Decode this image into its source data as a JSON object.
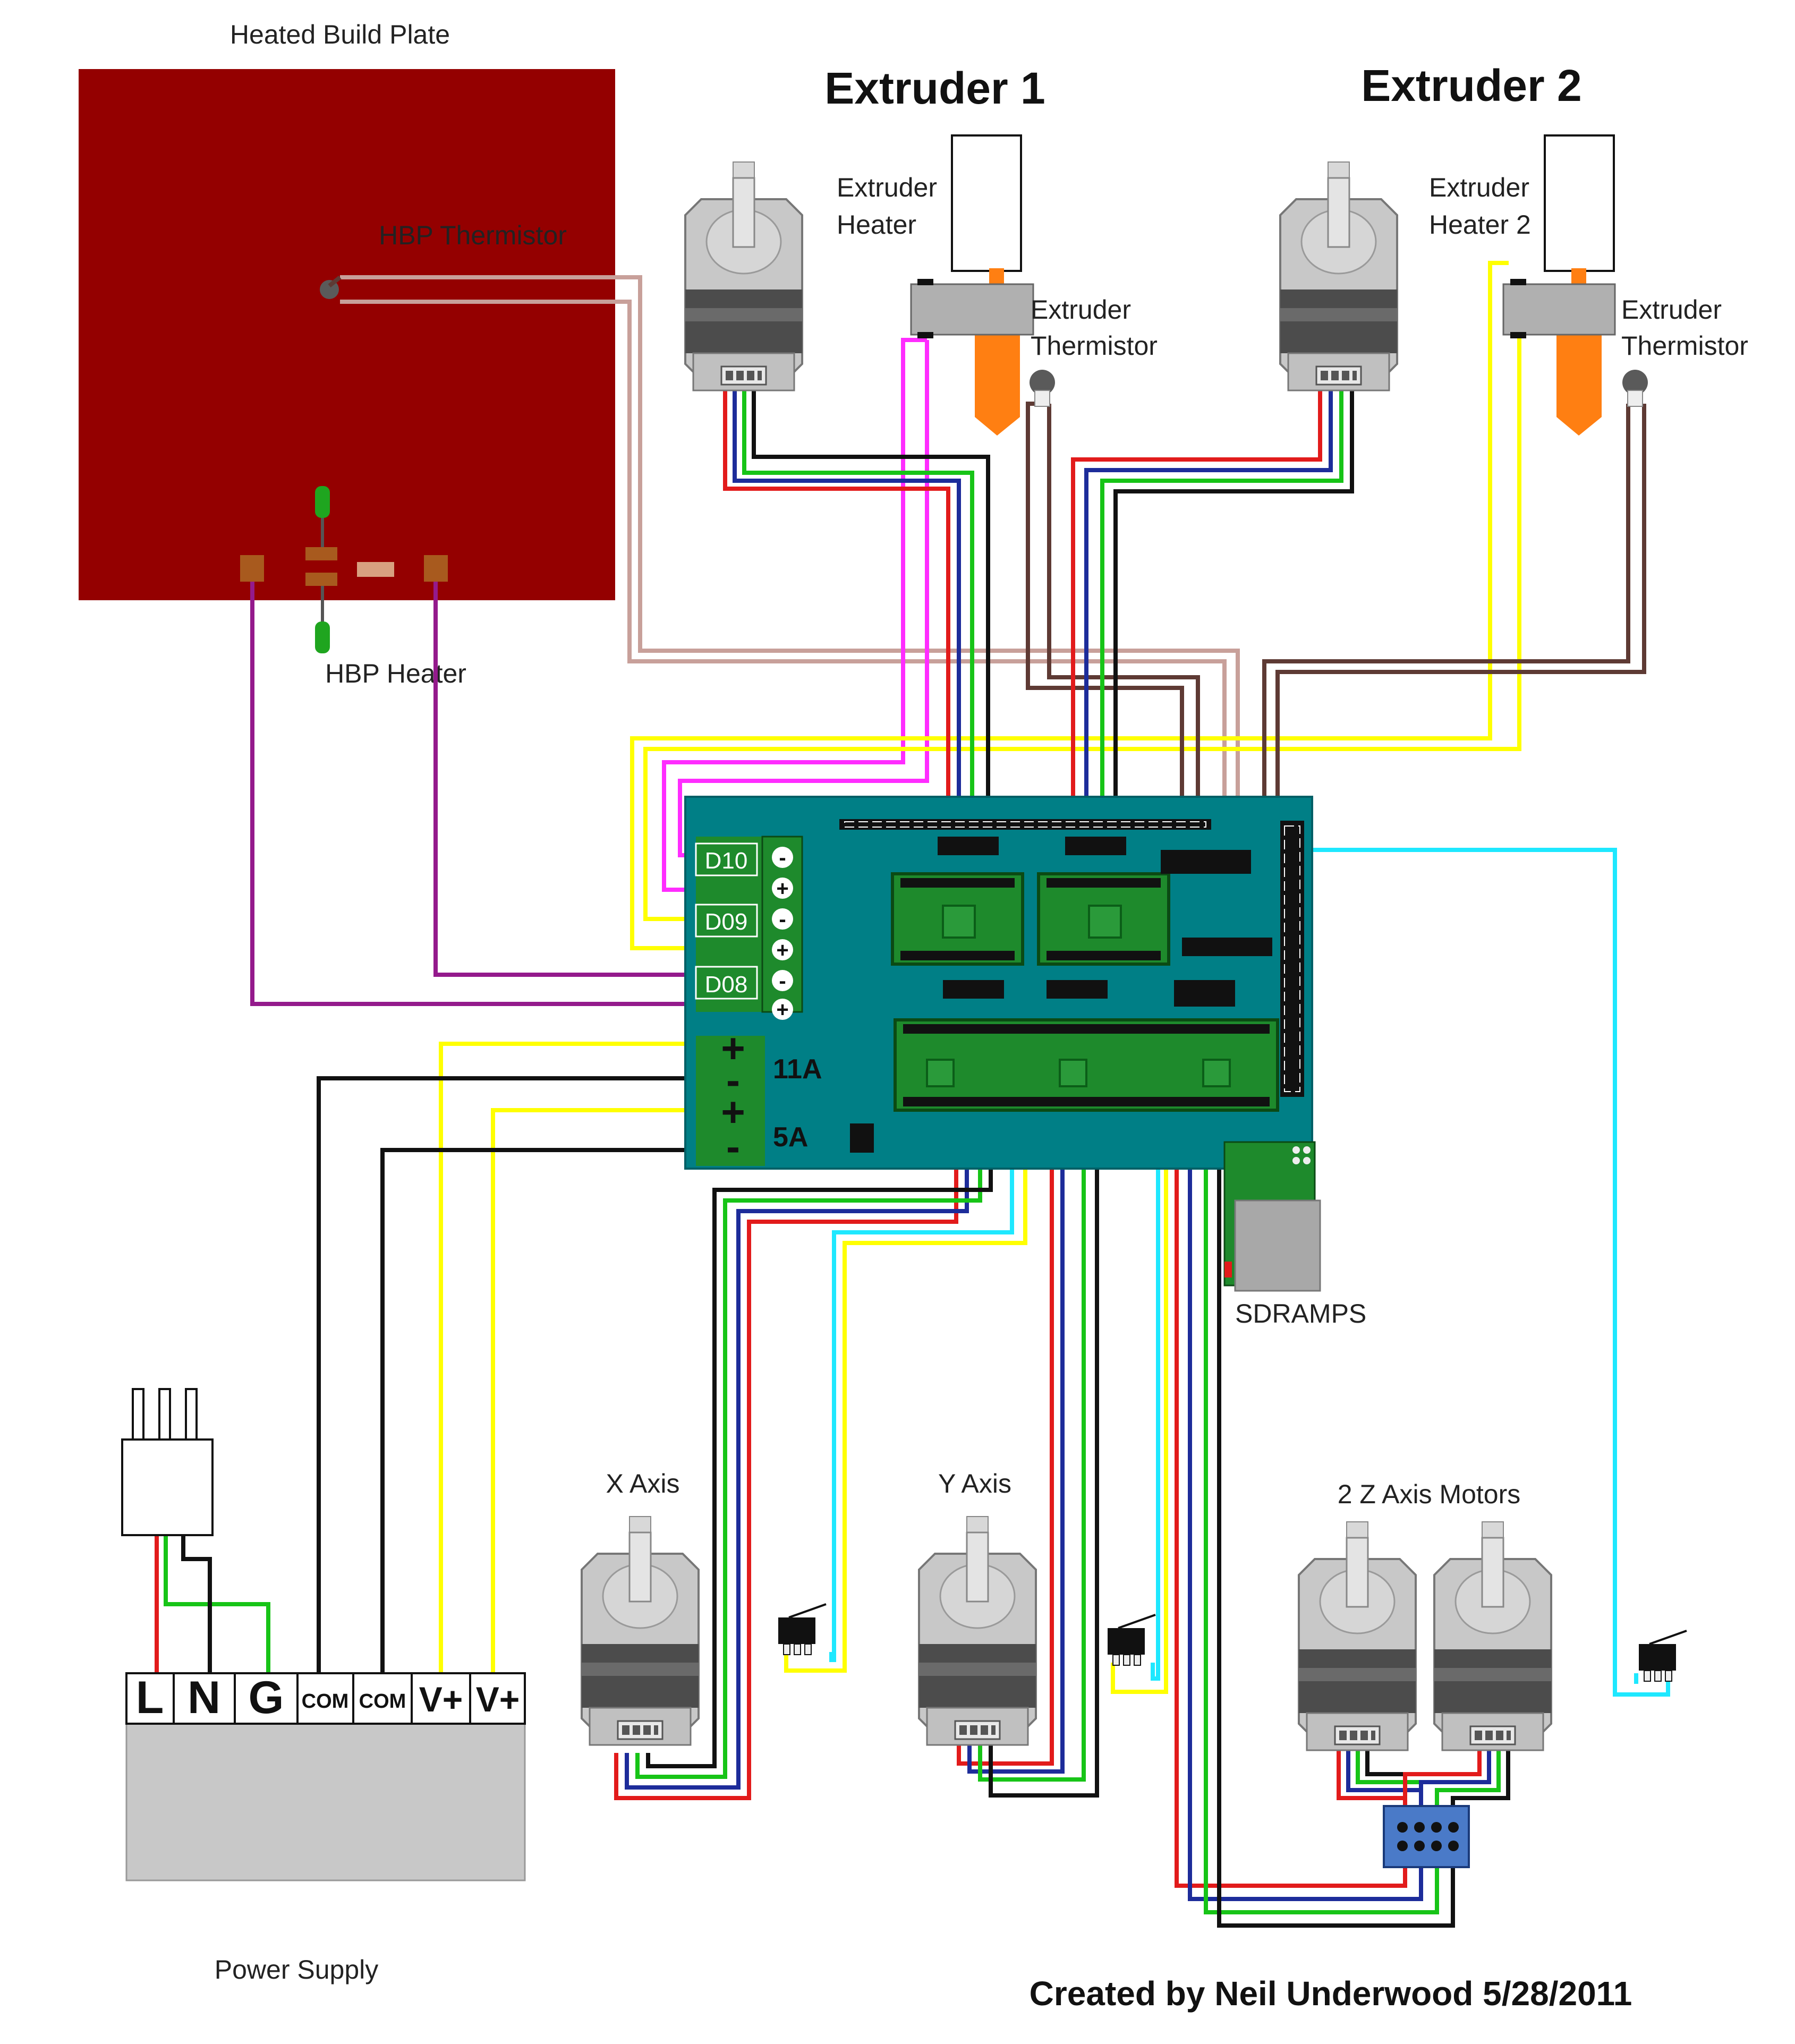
{
  "labels": {
    "heated_build_plate": "Heated Build Plate",
    "hbp_thermistor": "HBP Thermistor",
    "hbp_heater": "HBP Heater",
    "extruder1_title": "Extruder 1",
    "extruder2_title": "Extruder 2",
    "extruder_heater_l1": "Extruder",
    "extruder_heater_l2": "Heater",
    "extruder_heater2_l1": "Extruder",
    "extruder_heater2_l2": "Heater 2",
    "extruder_thermistor_l1": "Extruder",
    "extruder_thermistor_l2": "Thermistor",
    "extruder2_thermistor_l1": "Extruder",
    "extruder2_thermistor_l2": "Thermistor",
    "sdramps": "SDRAMPS",
    "x_axis": "X Axis",
    "y_axis": "Y Axis",
    "z_axis": "2 Z Axis Motors",
    "power_supply": "Power Supply",
    "credit": "Created by Neil Underwood 5/28/2011"
  },
  "board": {
    "outputs": [
      "D10",
      "D09",
      "D08"
    ],
    "polarity": [
      "-",
      "+",
      "-",
      "+",
      "-",
      "+"
    ],
    "power_inputs": [
      "+",
      "-",
      "+",
      "-"
    ],
    "ratings": [
      "11A",
      "5A"
    ]
  },
  "power_supply_terminals": [
    "L",
    "N",
    "G",
    "COM",
    "COM",
    "V+",
    "V+"
  ],
  "colors": {
    "build_plate": "#940000",
    "board": "#007f86",
    "driver": "#1e8a2c",
    "nozzle": "#ff7f12",
    "wire_red": "#e21b1b",
    "wire_blue": "#1d2c9a",
    "wire_green": "#17c417",
    "wire_black": "#111111",
    "wire_pink": "#ff2cff",
    "wire_yellow": "#ffff00",
    "wire_cyan": "#1ee8ff",
    "wire_brown": "#5e3a34",
    "wire_tan": "#c8a09a",
    "wire_purple": "#941a8c"
  }
}
